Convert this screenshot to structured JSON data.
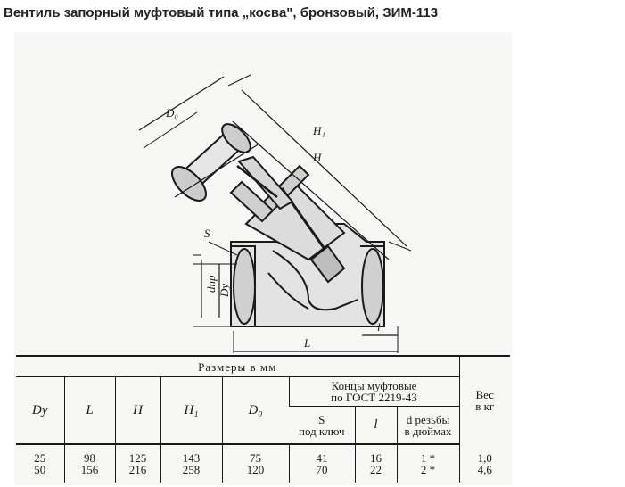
{
  "page": {
    "title": "Вентиль запорный муфтовый типа „косва\", бронзовый, ЗИМ-113"
  },
  "drawing": {
    "labels": {
      "d0": "D₀",
      "h1": "H₁",
      "h": "H",
      "s": "S",
      "dpr": "dпр",
      "dy": "Dy",
      "l_big": "L",
      "l_small": "l"
    }
  },
  "table": {
    "title": "Размеры в мм",
    "ends_header": "Концы муфтовые\nпо ГОСТ 2219-43",
    "weight_header": "Вес\nв кг",
    "columns": {
      "dy": "Dy",
      "L": "L",
      "H": "H",
      "H1": "H₁",
      "D0": "D₀",
      "S": "S\nпод ключ",
      "l": "l",
      "d": "d резьбы\nв дюймах"
    },
    "rows": [
      {
        "dy": "25",
        "L": "98",
        "H": "125",
        "H1": "143",
        "D0": "75",
        "S": "41",
        "l": "16",
        "d": "1 *",
        "weight": "1,0"
      },
      {
        "dy": "50",
        "L": "156",
        "H": "216",
        "H1": "258",
        "D0": "120",
        "S": "70",
        "l": "22",
        "d": "2 *",
        "weight": "4,6"
      }
    ]
  }
}
